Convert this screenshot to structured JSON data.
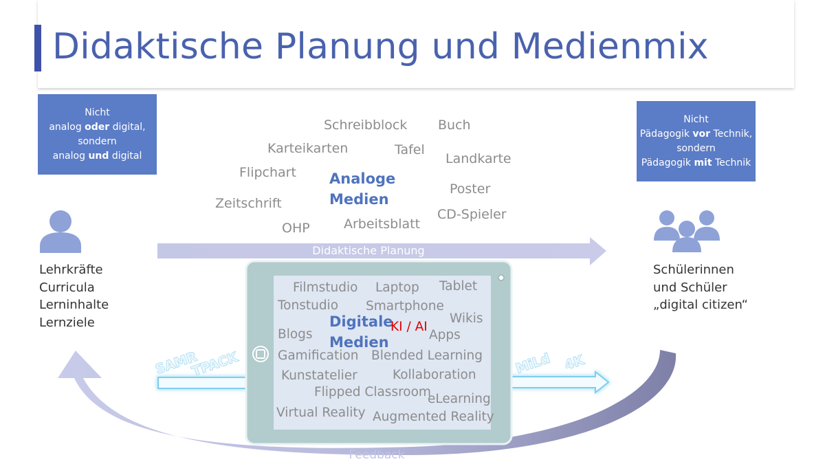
{
  "title": "Didaktische Planung und Medienmix",
  "left_box": {
    "line1": "Nicht",
    "line2_pre": "analog ",
    "line2_bold": "oder",
    "line2_post": " digital,",
    "line3": "sondern",
    "line4_pre": "analog ",
    "line4_bold": "und",
    "line4_post": " digital"
  },
  "right_box": {
    "line1": "Nicht",
    "line2_pre": "Pädagogik ",
    "line2_bold": "vor",
    "line2_post": " Technik,",
    "line3": "sondern",
    "line4_pre": "Pädagogik ",
    "line4_bold": "mit",
    "line4_post": " Technik"
  },
  "analog": {
    "heading_line1": "Analoge",
    "heading_line2": "Medien",
    "words": {
      "schreibblock": "Schreibblock",
      "buch": "Buch",
      "karteikarten": "Karteikarten",
      "tafel": "Tafel",
      "landkarte": "Landkarte",
      "flipchart": "Flipchart",
      "poster": "Poster",
      "zeitschrift": "Zeitschrift",
      "cd_spieler": "CD-Spieler",
      "arbeitsblatt": "Arbeitsblatt",
      "ohp": "OHP"
    }
  },
  "planning_arrow_label": "Didaktische Planung",
  "teacher": {
    "line1": "Lehrkräfte",
    "line2": "Curricula",
    "line3": "Lerninhalte",
    "line4": "Lernziele"
  },
  "students": {
    "line1": "Schülerinnen",
    "line2": "und Schüler",
    "line3": "„digital citizen“"
  },
  "digital": {
    "heading_line1": "Digitale",
    "heading_line2": "Medien",
    "ki": "KI / AI",
    "words": {
      "filmstudio": "Filmstudio",
      "laptop": "Laptop",
      "tablet": "Tablet",
      "tonstudio": "Tonstudio",
      "smartphone": "Smartphone",
      "wikis": "Wikis",
      "blogs": "Blogs",
      "apps": "Apps",
      "gamification": "Gamification",
      "blended_learning": "Blended Learning",
      "kunstatelier": "Kunstatelier",
      "kollaboration": "Kollaboration",
      "flipped_classroom": "Flipped Classroom",
      "elearning": "eLearning",
      "virtual_reality": "Virtual Reality",
      "augmented_reality": "Augmented Reality"
    }
  },
  "models": {
    "samr": "SAMR",
    "tpack": "TPACK",
    "mild": "MiLd",
    "fourk": "4K"
  },
  "feedback_label": "Feedback",
  "icons": {
    "teacher": "person-icon",
    "students": "group-icon",
    "tablet_camera": "camera-icon",
    "tablet_home": "home-button-icon"
  },
  "colors": {
    "title": "#4a62ad",
    "box": "#5b7cc6",
    "heading": "#4f73bd",
    "ki": "#e00000",
    "tablet_frame": "#b2cbcd",
    "feedback_arrow": "#a9acd6"
  }
}
